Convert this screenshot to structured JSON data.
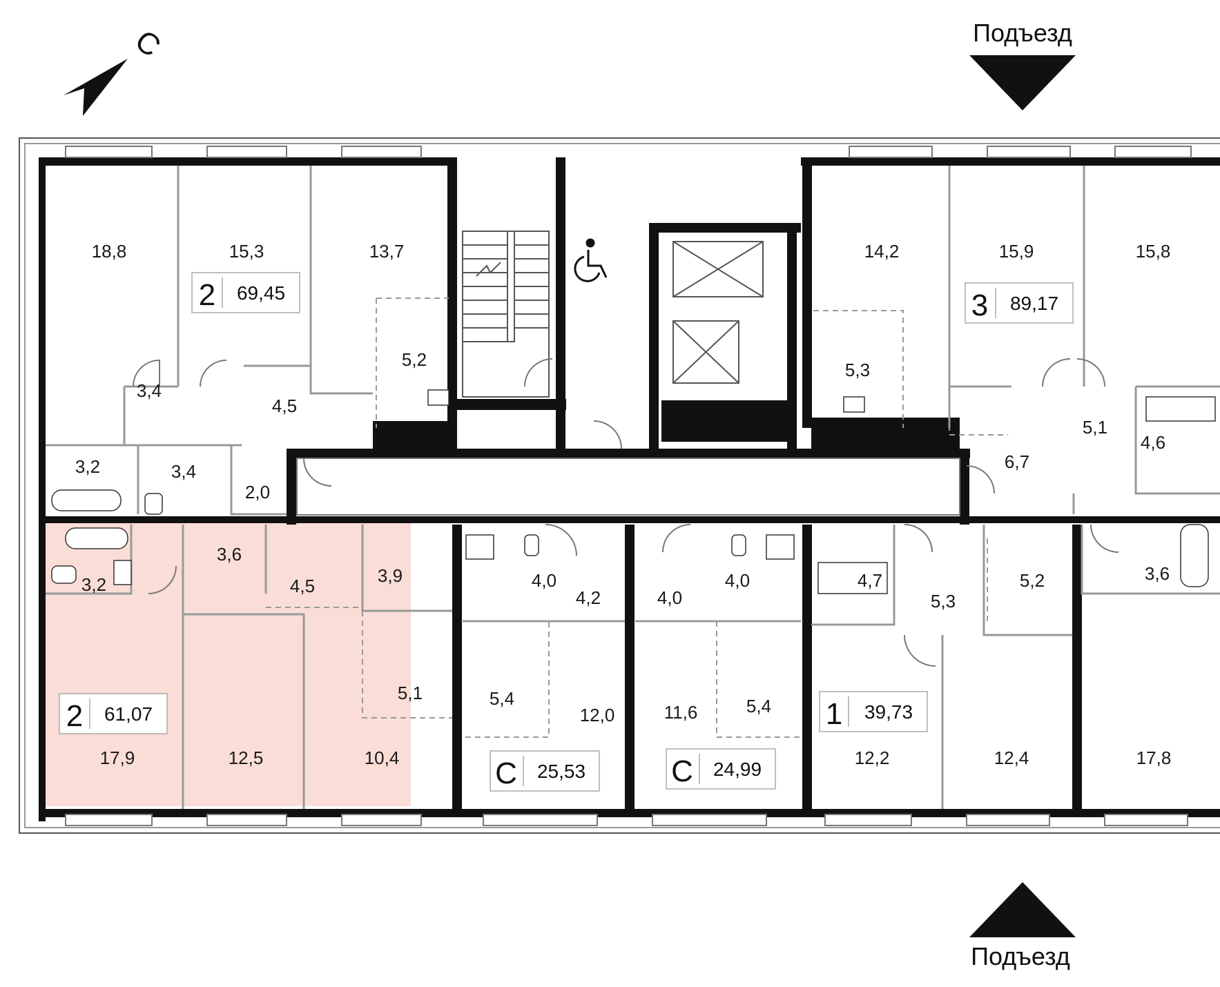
{
  "compass": {
    "letter": "С"
  },
  "entrances": {
    "top_label": "Подъезд",
    "bottom_label": "Подъезд"
  },
  "apartments": [
    {
      "rooms": "2",
      "area": "69,45"
    },
    {
      "rooms": "3",
      "area": "89,17"
    },
    {
      "rooms": "2",
      "area": "61,07",
      "highlight_color": "#f9ddd6"
    },
    {
      "rooms": "С",
      "area": "25,53"
    },
    {
      "rooms": "С",
      "area": "24,99"
    },
    {
      "rooms": "1",
      "area": "39,73"
    }
  ],
  "rooms": [
    "18,8",
    "15,3",
    "13,7",
    "5,2",
    "3,4",
    "4,5",
    "3,2",
    "3,4",
    "2,0",
    "14,2",
    "15,9",
    "15,8",
    "5,3",
    "5,1",
    "4,6",
    "6,7",
    "3,6",
    "3,6",
    "4,5",
    "3,9",
    "3,2",
    "5,1",
    "17,9",
    "12,5",
    "10,4",
    "4,0",
    "4,2",
    "5,4",
    "12,0",
    "4,0",
    "4,0",
    "11,6",
    "5,4",
    "4,7",
    "5,3",
    "5,2",
    "12,2",
    "12,4",
    "17,8"
  ],
  "colors": {
    "wall": "#111111",
    "partition": "#999999",
    "highlight": "#f9ddd6"
  },
  "icons": [
    "north-arrow-icon",
    "wheelchair-icon",
    "elevator-icon",
    "stairs-icon",
    "entrance-arrow-icon"
  ]
}
